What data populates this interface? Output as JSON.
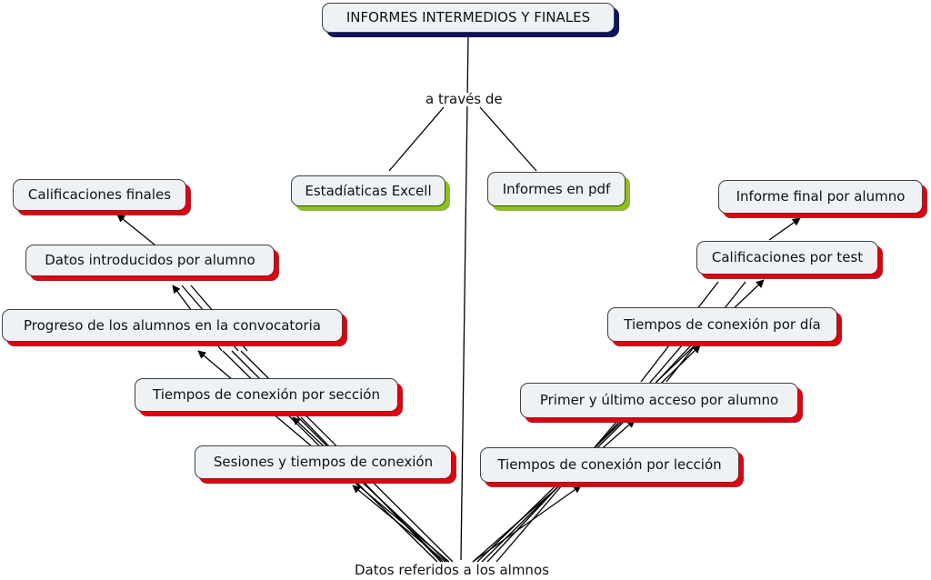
{
  "root": {
    "text": "INFORMES INTERMEDIOS Y FINALES"
  },
  "link_label": "a través de",
  "source": {
    "text": "Datos referidos a los almnos"
  },
  "middle": {
    "excel": "Estadíaticas Excell",
    "pdf": "Informes en pdf"
  },
  "left_chain": [
    "Sesiones y tiempos de conexión",
    "Tiempos de conexión por sección",
    "Progreso de los alumnos en la convocatoria",
    "Datos introducidos por alumno",
    "Calificaciones finales"
  ],
  "right_chain": [
    "Tiempos de conexión por lección",
    "Primer y último acceso por alumno",
    "Tiempos de conexión por día",
    "Calificaciones por test",
    "Informe final por alumno"
  ],
  "colors": {
    "node_fill": "#eef2f5",
    "shadow_red": "#e0000f",
    "shadow_green": "#8dc11e",
    "shadow_navy": "#0a1463"
  }
}
